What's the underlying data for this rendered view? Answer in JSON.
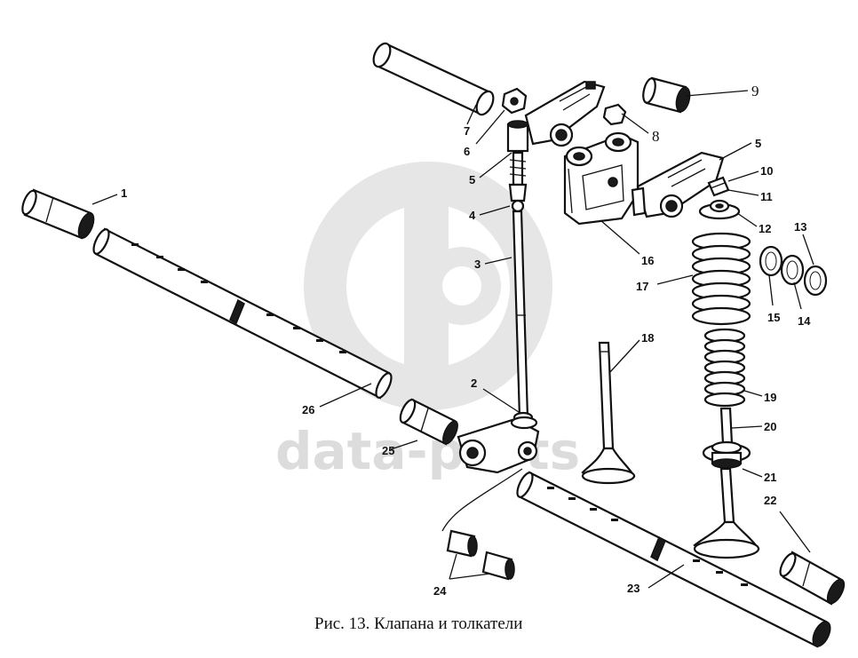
{
  "caption": "Рис. 13. Клапана и толкатели",
  "watermark": {
    "text": "data-parts",
    "logo": "ФБ"
  },
  "labels": {
    "l1": "1",
    "l2": "2",
    "l3": "3",
    "l4": "4",
    "l5a": "5",
    "l5b": "5",
    "l6": "6",
    "l7": "7",
    "l8": "8",
    "l9": "9",
    "l10": "10",
    "l11": "11",
    "l12": "12",
    "l13": "13",
    "l14": "14",
    "l15": "15",
    "l16": "16",
    "l17": "17",
    "l18": "18",
    "l19": "19",
    "l20": "20",
    "l21": "21",
    "l22": "22",
    "l23": "23",
    "l24": "24",
    "l25": "25",
    "l26": "26"
  }
}
